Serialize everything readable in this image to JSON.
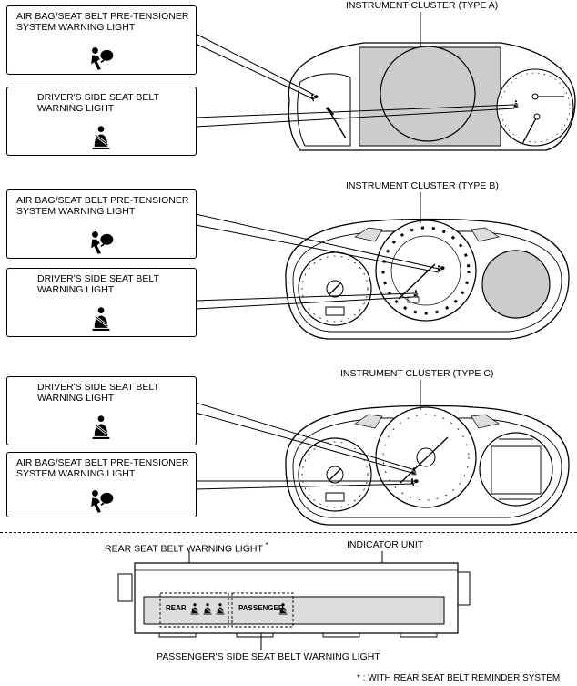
{
  "callouts": {
    "airbag_label": "AIR BAG/SEAT BELT PRE-TENSIONER\nSYSTEM WARNING LIGHT",
    "driver_label": "DRIVER'S SIDE SEAT BELT\nWARNING LIGHT"
  },
  "clusters": {
    "type_a": "INSTRUMENT CLUSTER (TYPE A)",
    "type_b": "INSTRUMENT CLUSTER (TYPE B)",
    "type_c": "INSTRUMENT CLUSTER (TYPE C)"
  },
  "indicator": {
    "rear_warning_label": "REAR SEAT BELT WARNING LIGHT",
    "rear_asterisk": "*",
    "unit_label": "INDICATOR UNIT",
    "rear_text": "REAR",
    "passenger_text": "PASSENGER",
    "passenger_warning_label": "PASSENGER'S SIDE SEAT BELT WARNING LIGHT"
  },
  "footnote": "* : WITH REAR SEAT BELT REMINDER SYSTEM"
}
